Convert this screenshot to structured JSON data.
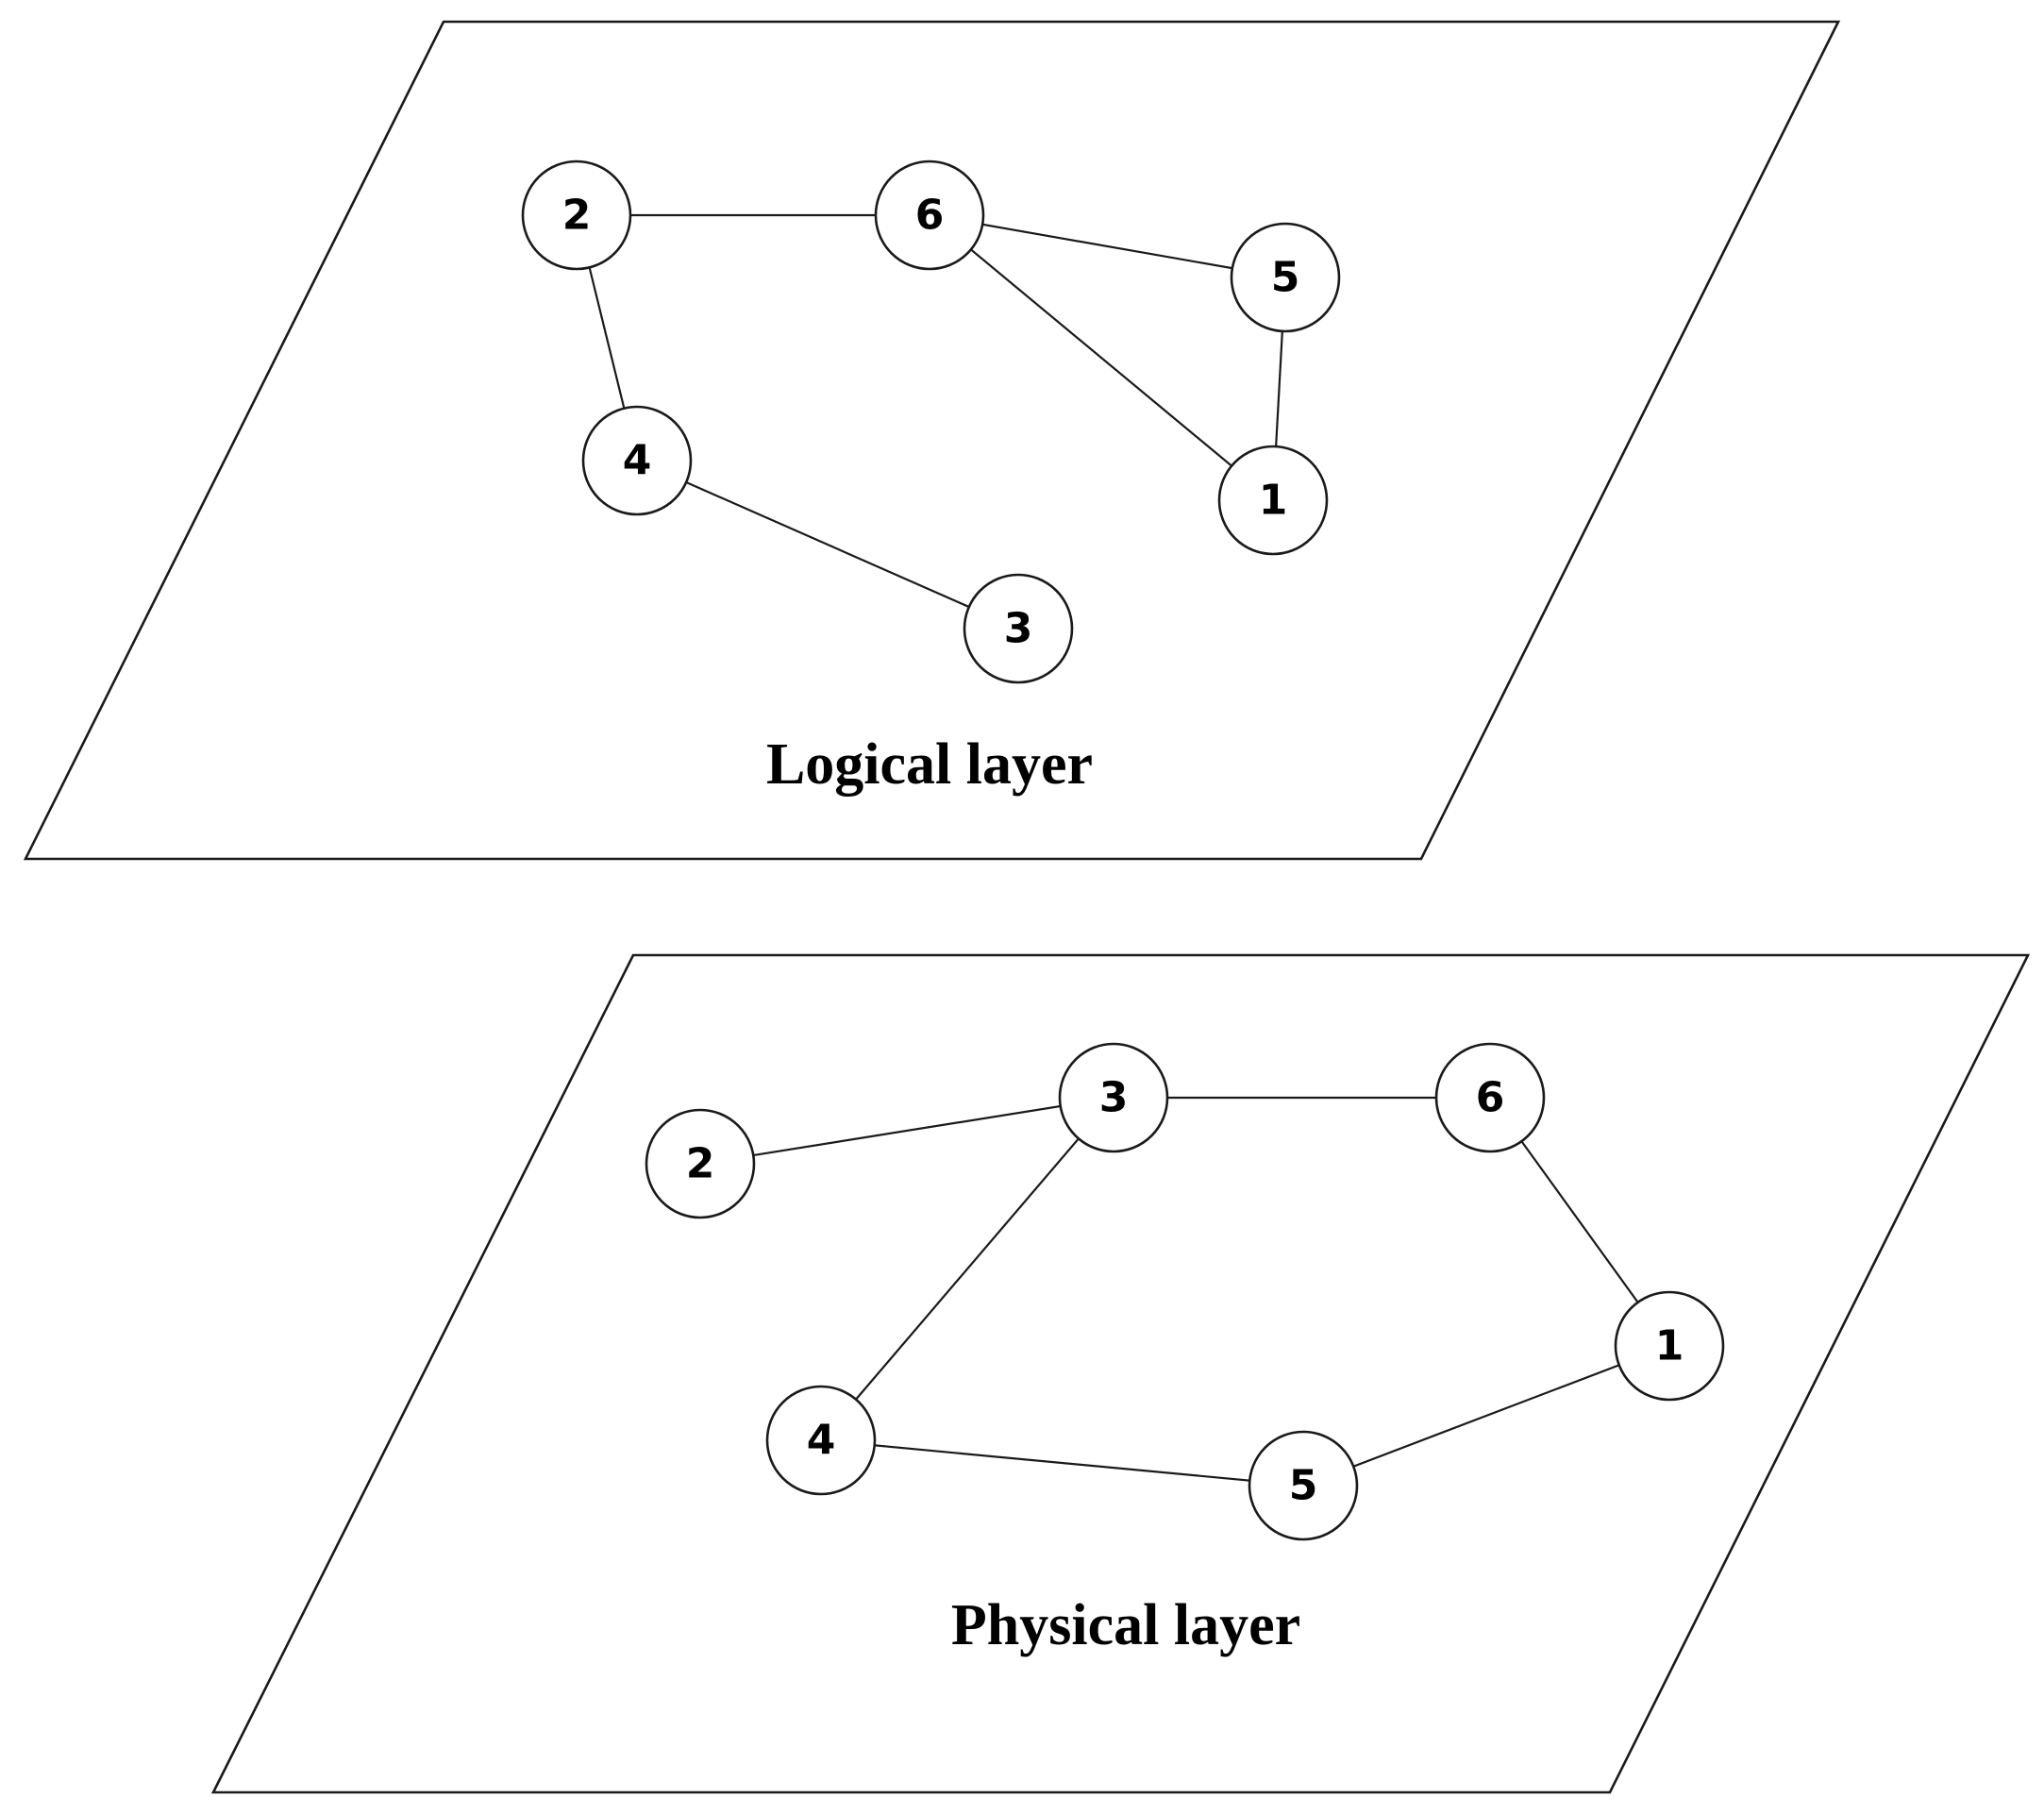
{
  "layers": [
    {
      "id": "logical",
      "title": "Logical layer",
      "nodes": [
        {
          "id": "1",
          "label": "1"
        },
        {
          "id": "2",
          "label": "2"
        },
        {
          "id": "3",
          "label": "3"
        },
        {
          "id": "4",
          "label": "4"
        },
        {
          "id": "5",
          "label": "5"
        },
        {
          "id": "6",
          "label": "6"
        }
      ],
      "edges": [
        [
          "2",
          "6"
        ],
        [
          "6",
          "5"
        ],
        [
          "6",
          "1"
        ],
        [
          "5",
          "1"
        ],
        [
          "2",
          "4"
        ],
        [
          "4",
          "3"
        ]
      ]
    },
    {
      "id": "physical",
      "title": "Physical layer",
      "nodes": [
        {
          "id": "1",
          "label": "1"
        },
        {
          "id": "2",
          "label": "2"
        },
        {
          "id": "3",
          "label": "3"
        },
        {
          "id": "4",
          "label": "4"
        },
        {
          "id": "5",
          "label": "5"
        },
        {
          "id": "6",
          "label": "6"
        }
      ],
      "edges": [
        [
          "2",
          "3"
        ],
        [
          "3",
          "6"
        ],
        [
          "6",
          "1"
        ],
        [
          "3",
          "4"
        ],
        [
          "4",
          "5"
        ],
        [
          "5",
          "1"
        ]
      ]
    }
  ]
}
